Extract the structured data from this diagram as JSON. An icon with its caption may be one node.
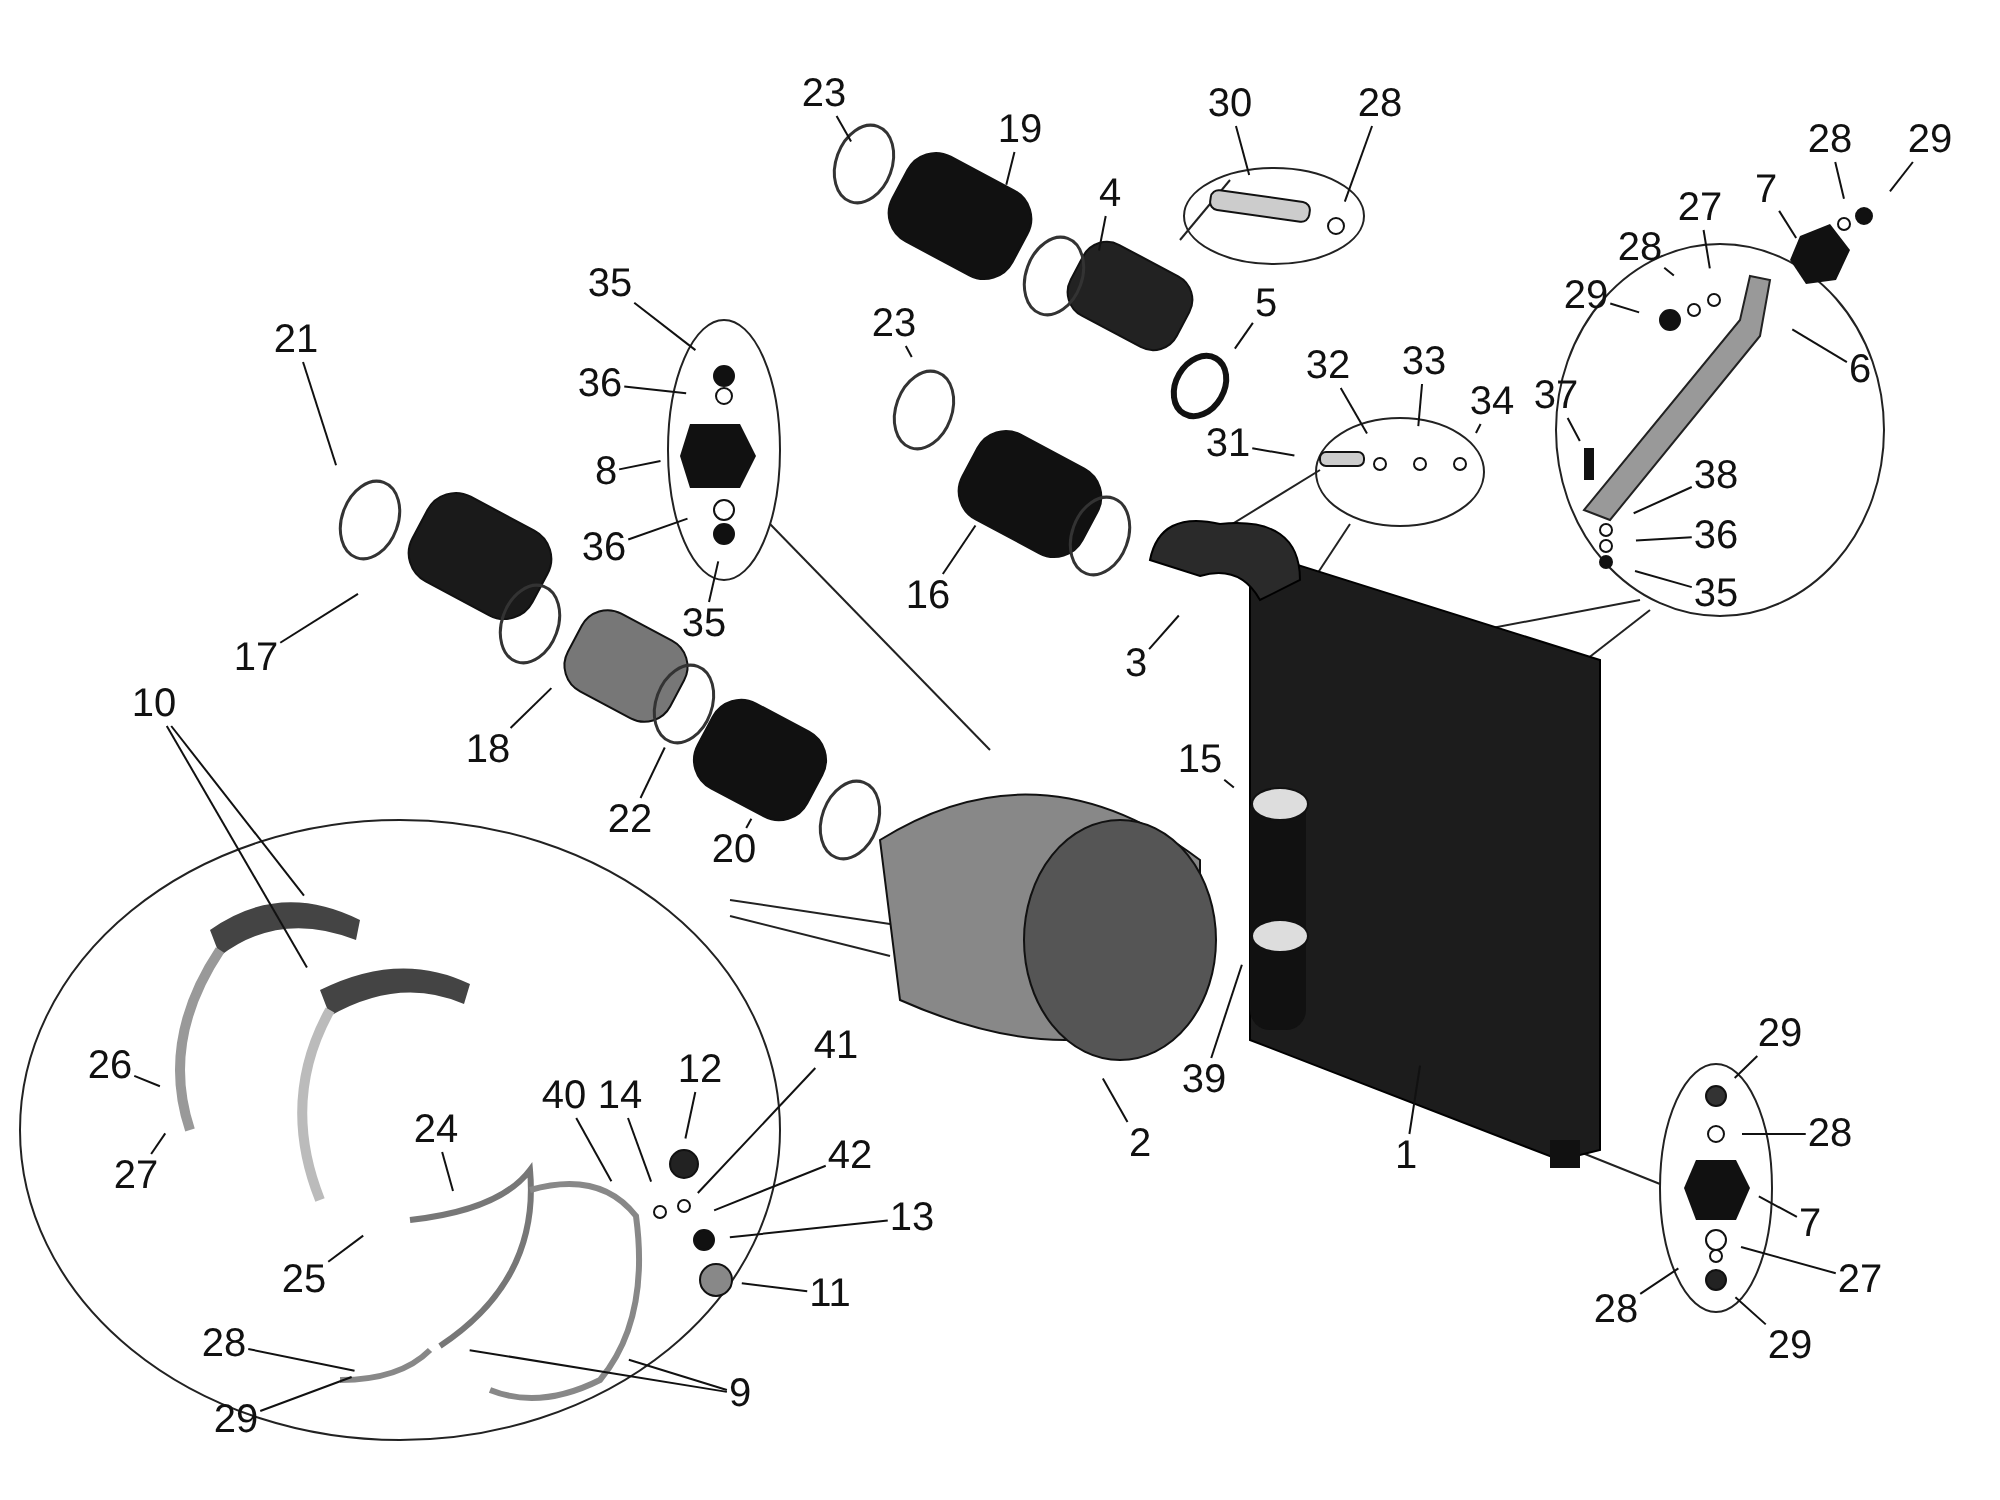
{
  "diagram": {
    "nodes": [
      {
        "text": [
          "23"
        ]
      },
      {
        "text": [
          "30"
        ]
      },
      {
        "text": [
          "28"
        ]
      },
      {
        "text": [
          "7"
        ]
      },
      {
        "text": [
          "28"
        ]
      },
      {
        "text": [
          "29"
        ]
      },
      {
        "text": [
          "19"
        ]
      },
      {
        "text": [
          "4"
        ]
      },
      {
        "text": [
          "27"
        ]
      },
      {
        "text": [
          "28"
        ]
      },
      {
        "text": [
          "35"
        ]
      },
      {
        "text": [
          "29"
        ]
      },
      {
        "text": [
          "5"
        ]
      },
      {
        "text": [
          "23"
        ]
      },
      {
        "text": [
          "21"
        ]
      },
      {
        "text": [
          "32"
        ]
      },
      {
        "text": [
          "33"
        ]
      },
      {
        "text": [
          "6"
        ]
      },
      {
        "text": [
          "36"
        ]
      },
      {
        "text": [
          "34"
        ]
      },
      {
        "text": [
          "37"
        ]
      },
      {
        "text": [
          "31"
        ]
      },
      {
        "text": [
          "8"
        ]
      },
      {
        "text": [
          "38"
        ]
      },
      {
        "text": [
          "36"
        ]
      },
      {
        "text": [
          "36"
        ]
      },
      {
        "text": [
          "35"
        ]
      },
      {
        "text": [
          "16"
        ]
      },
      {
        "text": [
          "35"
        ]
      },
      {
        "text": [
          "17"
        ]
      },
      {
        "text": [
          "3"
        ]
      },
      {
        "text": [
          "10"
        ]
      },
      {
        "text": [
          "18"
        ]
      },
      {
        "text": [
          "15"
        ]
      },
      {
        "text": [
          "22"
        ]
      },
      {
        "text": [
          "20"
        ]
      },
      {
        "text": [
          "29"
        ]
      },
      {
        "text": [
          "26"
        ]
      },
      {
        "text": [
          "41"
        ]
      },
      {
        "text": [
          "12"
        ]
      },
      {
        "text": [
          "40"
        ]
      },
      {
        "text": [
          "14"
        ]
      },
      {
        "text": [
          "39"
        ]
      },
      {
        "text": [
          "24"
        ]
      },
      {
        "text": [
          "28"
        ]
      },
      {
        "text": [
          "2"
        ]
      },
      {
        "text": [
          "1"
        ]
      },
      {
        "text": [
          "42"
        ]
      },
      {
        "text": [
          "27"
        ]
      },
      {
        "text": [
          "13"
        ]
      },
      {
        "text": [
          "7"
        ]
      },
      {
        "text": [
          "25"
        ]
      },
      {
        "text": [
          "27"
        ]
      },
      {
        "text": [
          "11"
        ]
      },
      {
        "text": [
          "28"
        ]
      },
      {
        "text": [
          "28"
        ]
      },
      {
        "text": [
          "29"
        ]
      },
      {
        "text": [
          "9"
        ]
      },
      {
        "text": [
          "29"
        ]
      }
    ],
    "edges": [
      {
        "from": 0,
        "to": null,
        "arrow": "none"
      },
      {
        "from": 1,
        "to": null,
        "arrow": "none"
      },
      {
        "from": 2,
        "to": null,
        "arrow": "none"
      },
      {
        "from": 3,
        "to": null,
        "arrow": "none"
      },
      {
        "from": 4,
        "to": null,
        "arrow": "none"
      },
      {
        "from": 5,
        "to": null,
        "arrow": "none"
      },
      {
        "from": 6,
        "to": null,
        "arrow": "none"
      },
      {
        "from": 7,
        "to": null,
        "arrow": "none"
      },
      {
        "from": 8,
        "to": null,
        "arrow": "none"
      },
      {
        "from": 9,
        "to": null,
        "arrow": "none"
      },
      {
        "from": 10,
        "to": null,
        "arrow": "none"
      },
      {
        "from": 11,
        "to": null,
        "arrow": "none"
      },
      {
        "from": 12,
        "to": null,
        "arrow": "none"
      },
      {
        "from": 13,
        "to": null,
        "arrow": "none"
      },
      {
        "from": 14,
        "to": null,
        "arrow": "none"
      },
      {
        "from": 15,
        "to": null,
        "arrow": "none"
      },
      {
        "from": 16,
        "to": null,
        "arrow": "none"
      },
      {
        "from": 17,
        "to": null,
        "arrow": "none"
      },
      {
        "from": 18,
        "to": null,
        "arrow": "none"
      },
      {
        "from": 19,
        "to": null,
        "arrow": "none"
      },
      {
        "from": 20,
        "to": null,
        "arrow": "none"
      },
      {
        "from": 21,
        "to": null,
        "arrow": "none"
      },
      {
        "from": 22,
        "to": null,
        "arrow": "none"
      },
      {
        "from": 23,
        "to": null,
        "arrow": "none"
      },
      {
        "from": 24,
        "to": null,
        "arrow": "none"
      },
      {
        "from": 25,
        "to": null,
        "arrow": "none"
      },
      {
        "from": 26,
        "to": null,
        "arrow": "none"
      },
      {
        "from": 27,
        "to": null,
        "arrow": "none"
      },
      {
        "from": 28,
        "to": null,
        "arrow": "none"
      },
      {
        "from": 29,
        "to": null,
        "arrow": "none"
      },
      {
        "from": 30,
        "to": null,
        "arrow": "none"
      },
      {
        "from": 31,
        "to": null,
        "arrow": "none"
      },
      {
        "from": 31,
        "to": null,
        "arrow": "none"
      },
      {
        "from": 32,
        "to": null,
        "arrow": "none"
      },
      {
        "from": 33,
        "to": null,
        "arrow": "none"
      },
      {
        "from": 34,
        "to": null,
        "arrow": "none"
      },
      {
        "from": 35,
        "to": null,
        "arrow": "none"
      },
      {
        "from": 36,
        "to": null,
        "arrow": "none"
      },
      {
        "from": 37,
        "to": null,
        "arrow": "none"
      },
      {
        "from": 38,
        "to": null,
        "arrow": "none"
      },
      {
        "from": 39,
        "to": null,
        "arrow": "none"
      },
      {
        "from": 40,
        "to": null,
        "arrow": "none"
      },
      {
        "from": 41,
        "to": null,
        "arrow": "none"
      },
      {
        "from": 42,
        "to": null,
        "arrow": "none"
      },
      {
        "from": 43,
        "to": null,
        "arrow": "none"
      },
      {
        "from": 44,
        "to": null,
        "arrow": "none"
      },
      {
        "from": 45,
        "to": null,
        "arrow": "none"
      },
      {
        "from": 46,
        "to": null,
        "arrow": "none"
      },
      {
        "from": 47,
        "to": null,
        "arrow": "none"
      },
      {
        "from": 48,
        "to": null,
        "arrow": "none"
      },
      {
        "from": 49,
        "to": null,
        "arrow": "none"
      },
      {
        "from": 50,
        "to": null,
        "arrow": "none"
      },
      {
        "from": 51,
        "to": null,
        "arrow": "none"
      },
      {
        "from": 52,
        "to": null,
        "arrow": "none"
      },
      {
        "from": 53,
        "to": null,
        "arrow": "none"
      },
      {
        "from": 54,
        "to": null,
        "arrow": "none"
      },
      {
        "from": 55,
        "to": null,
        "arrow": "none"
      },
      {
        "from": 56,
        "to": null,
        "arrow": "none"
      },
      {
        "from": 57,
        "to": null,
        "arrow": "none"
      },
      {
        "from": 57,
        "to": null,
        "arrow": "none"
      },
      {
        "from": 58,
        "to": null,
        "arrow": "none"
      }
    ]
  }
}
